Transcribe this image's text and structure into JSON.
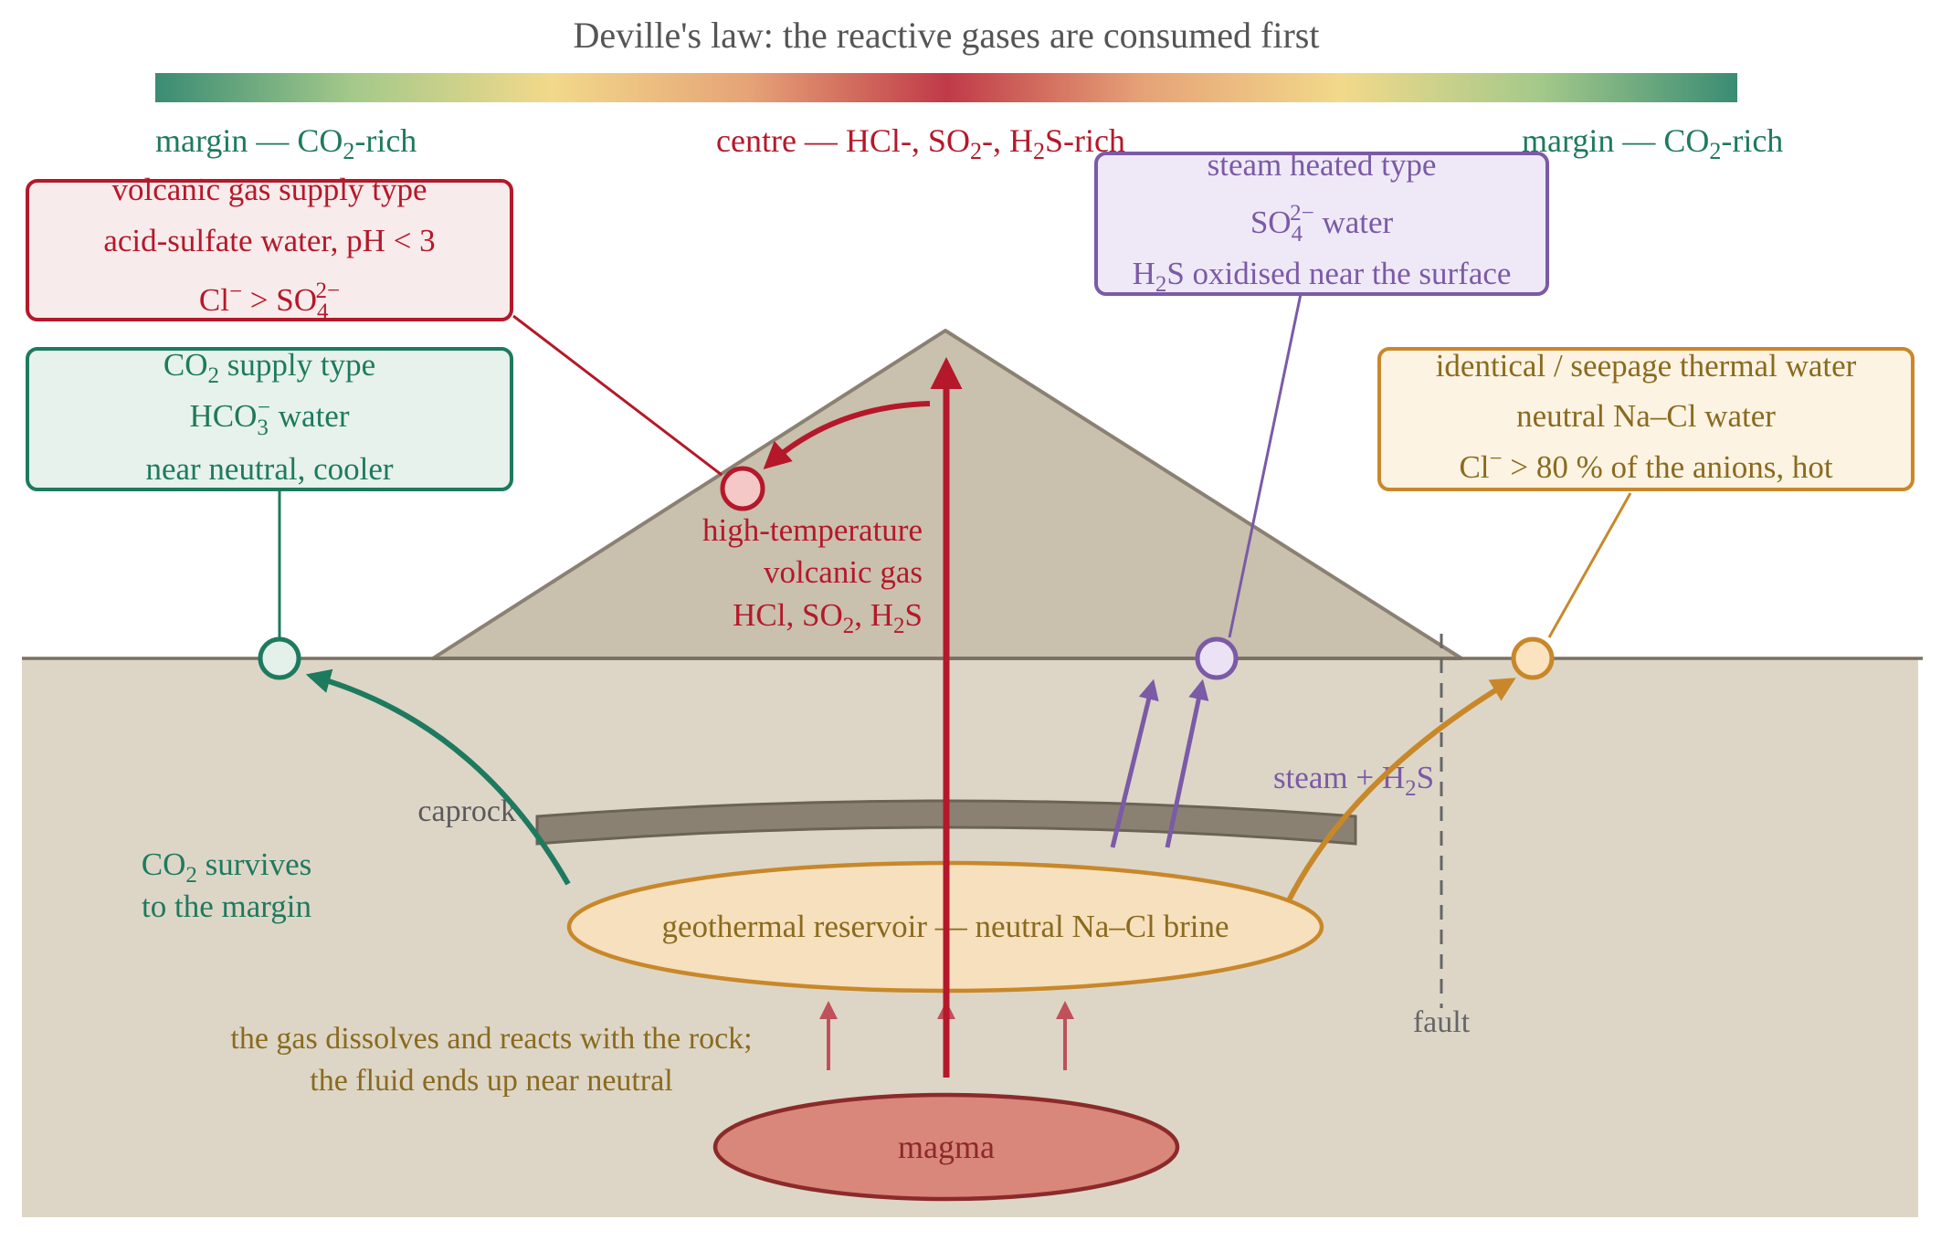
{
  "title": "Deville's law:  the reactive gases are consumed first",
  "colors": {
    "green": "#1e7a5e",
    "red": "#b5182a",
    "purple": "#7b5aa6",
    "orange": "#c8882a",
    "brown": "#8a6a1e",
    "ground": "#ddd6c7",
    "cone": "#c9c0ad",
    "caprock": "#8a8172",
    "magma_fill": "#d9877a",
    "magma_stroke": "#8c2a2a",
    "reservoir_fill": "#f6e0bd",
    "gradient_stops": [
      "#3a8c74",
      "#a4c98a",
      "#f2d98a",
      "#e6a377",
      "#c03a48",
      "#e6a377",
      "#f2d98a",
      "#a4c98a",
      "#3a8c74"
    ]
  },
  "gradient_labels": {
    "left": {
      "pre": "margin — CO",
      "sub": "2",
      "post": "-rich"
    },
    "centre": {
      "pre": "centre — HCl-, SO",
      "sub1": "2",
      "mid": "-, H",
      "sub2": "2",
      "post": "S-rich"
    },
    "right": {
      "pre": "margin — CO",
      "sub": "2",
      "post": "-rich"
    }
  },
  "boxes": {
    "volcanic": {
      "line1": "volcanic gas supply type",
      "line2": "acid-sulfate water,  pH  <  3",
      "line3_pre": "Cl",
      "line3_sup": "−",
      "line3_mid": " > SO",
      "line3_sub": "4",
      "line3_sup2": "2−"
    },
    "co2": {
      "line1_pre": "CO",
      "line1_sub": "2",
      "line1_post": " supply type",
      "line2_pre": "HCO",
      "line2_sub": "3",
      "line2_sup": "−",
      "line2_post": " water",
      "line3": "near neutral, cooler"
    },
    "steam": {
      "line1": "steam heated type",
      "line2_pre": "SO",
      "line2_sub": "4",
      "line2_sup": "2−",
      "line2_post": "  water",
      "line3_pre": "H",
      "line3_sub": "2",
      "line3_post": "S oxidised near the surface"
    },
    "seepage": {
      "line1": "identical / seepage thermal water",
      "line2": "neutral Na–Cl water",
      "line3_pre": "Cl",
      "line3_sup": "−",
      "line3_post": " > 80 % of the anions, hot"
    }
  },
  "labels": {
    "volcanic_gas_1": "high-temperature",
    "volcanic_gas_2": "volcanic gas",
    "volcanic_gas_3": {
      "a": "HCl, SO",
      "s1": "2",
      "b": ", H",
      "s2": "2",
      "c": "S"
    },
    "caprock": "caprock",
    "co2_survives_1": {
      "pre": "CO",
      "sub": "2",
      "post": " survives"
    },
    "co2_survives_2": "to the margin",
    "steam_h2s": {
      "pre": "steam + H",
      "sub": "2",
      "post": "S"
    },
    "reservoir": "geothermal reservoir  —  neutral Na–Cl brine",
    "fault": "fault",
    "gas_dissolves_1": "the gas dissolves and reacts with the rock;",
    "gas_dissolves_2": "the fluid ends up near neutral",
    "magma": "magma"
  }
}
